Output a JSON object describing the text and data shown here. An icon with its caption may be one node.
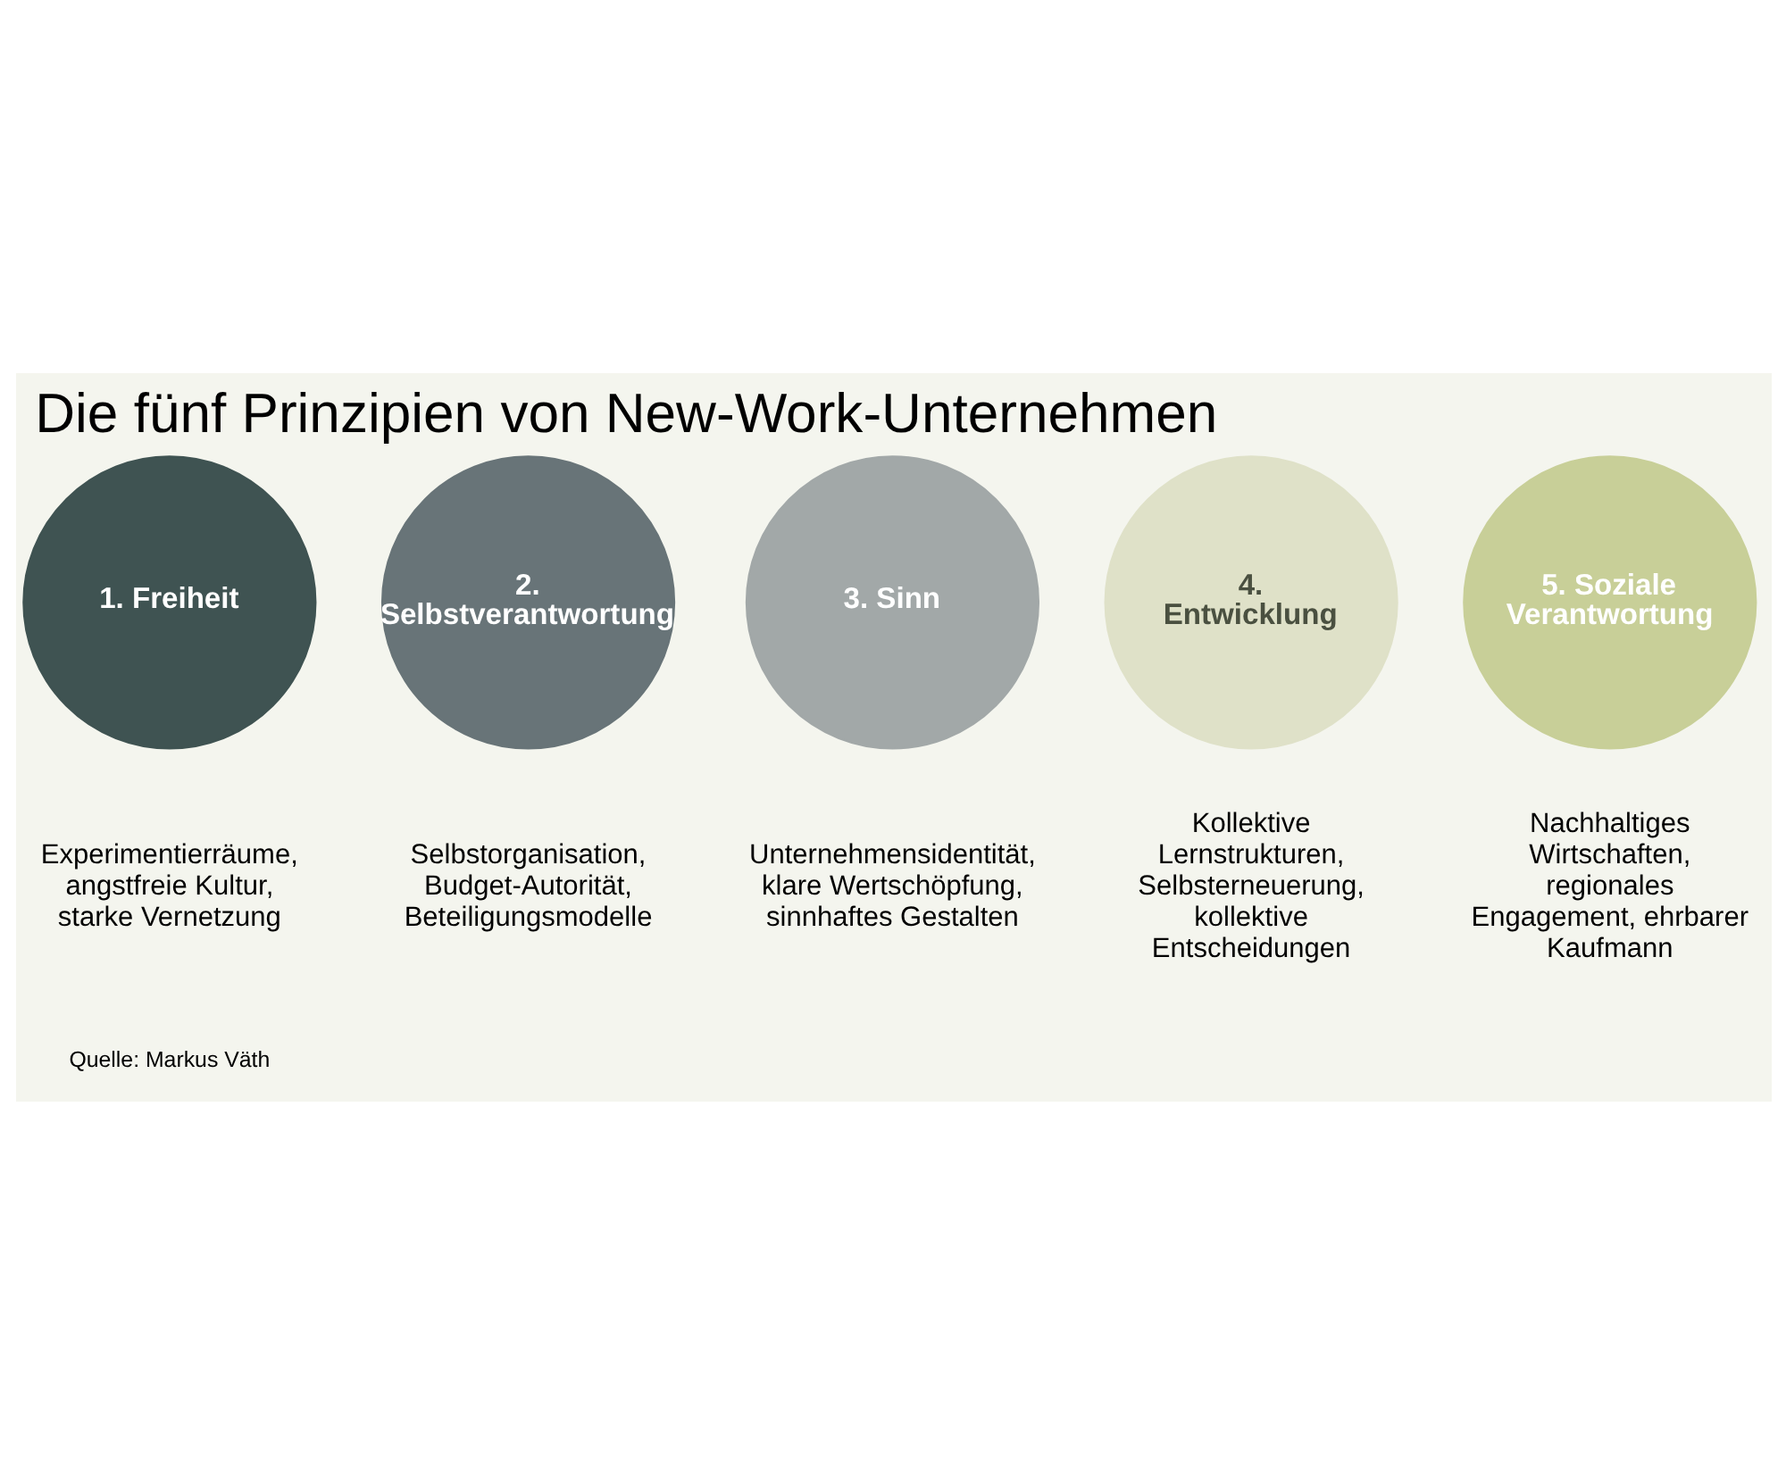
{
  "diagram": {
    "title": "Die fünf Prinzipien von New-Work-Unternehmen",
    "caption": "Quelle: Markus Väth",
    "nodes": [
      {
        "text": [
          "1. Freiheit"
        ],
        "beside": [
          "Experimentierräume, angstfreie Kultur, starke Vernetzung"
        ]
      },
      {
        "text": [
          "2. Selbstverantwortung"
        ],
        "beside": [
          "Selbstorganisation, Budget-Autorität, Beteiligungsmodelle"
        ]
      },
      {
        "text": [
          "3. Sinn"
        ],
        "beside": [
          "Unternehmensidentität, klare Wertschöpfung, sinnhaftes Gestalten"
        ]
      },
      {
        "text": [
          "4. Entwicklung"
        ],
        "beside": [
          "Kollektive Lernstrukturen, Selbsterneuerung, kollektive Entscheidungen"
        ]
      },
      {
        "text": [
          "5. Soziale Verantwortung"
        ],
        "beside": [
          "Nachhaltiges Wirtschaften, regionales Engagement, ehrbarer Kaufmann"
        ]
      }
    ],
    "edges": []
  }
}
